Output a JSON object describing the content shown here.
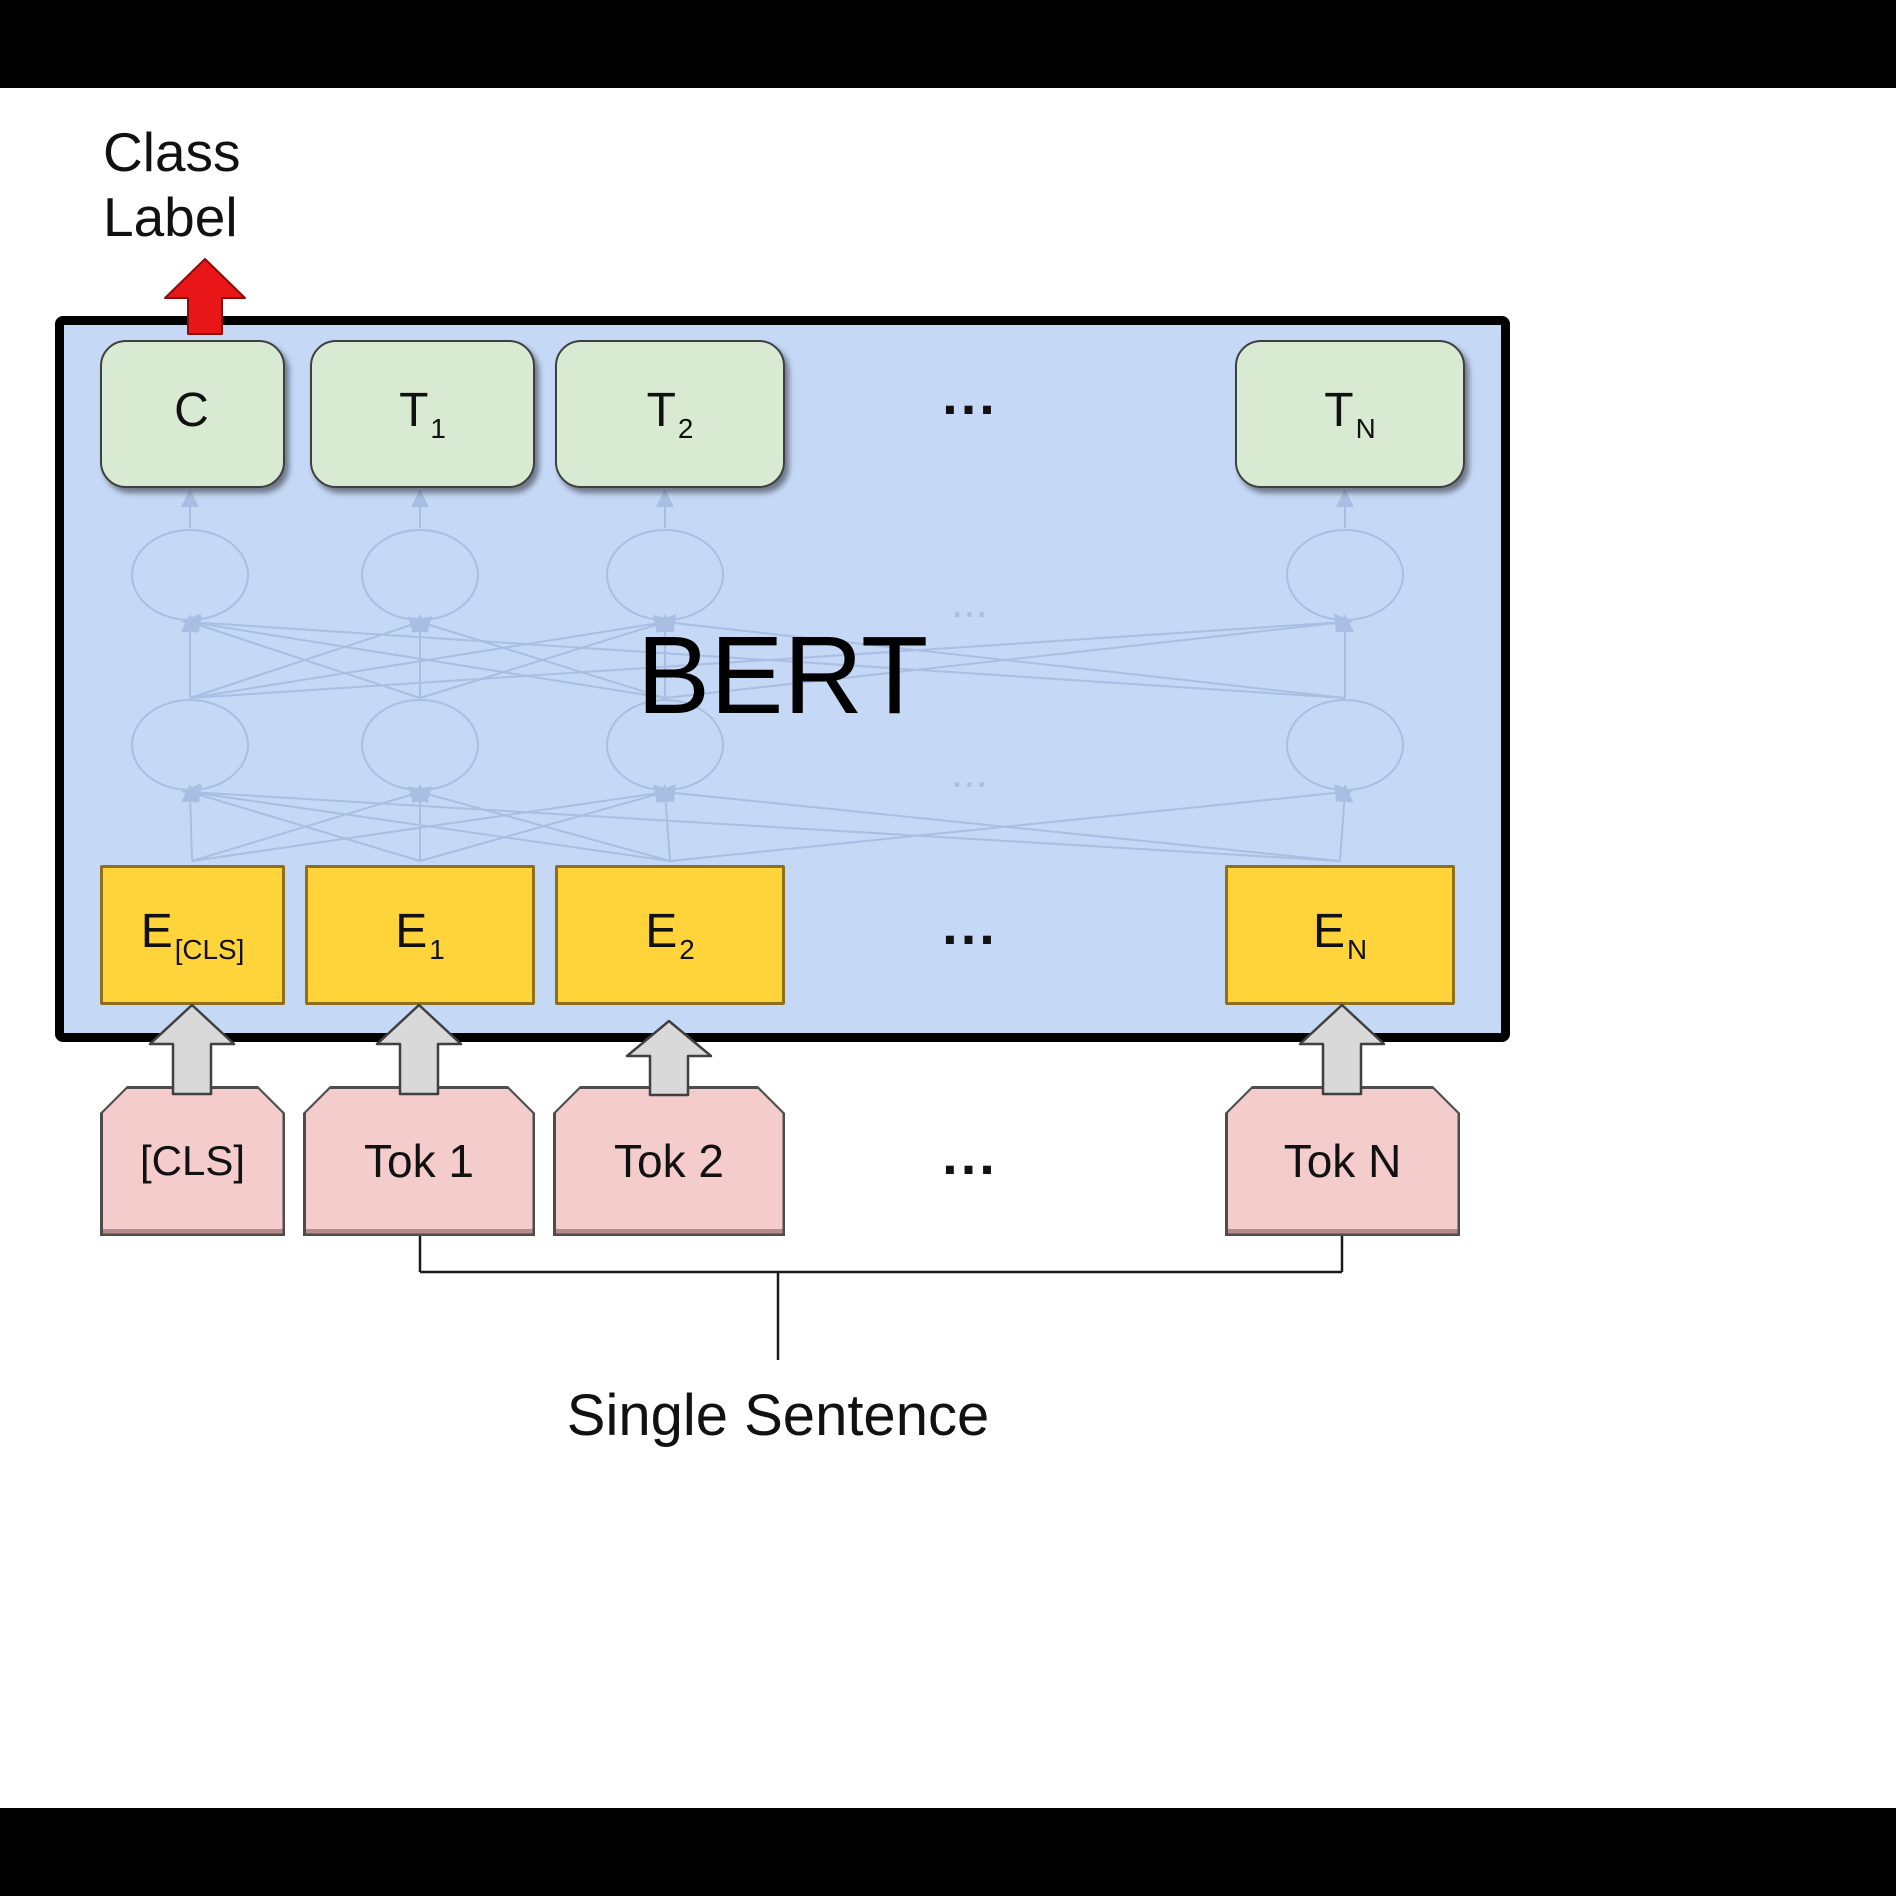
{
  "diagram": {
    "class_label": "Class\nLabel",
    "model_name": "BERT",
    "caption": "Single Sentence"
  },
  "outputs": [
    {
      "main": "C",
      "sub": ""
    },
    {
      "main": "T",
      "sub": "1"
    },
    {
      "main": "T",
      "sub": "2"
    },
    {
      "main": "T",
      "sub": "N"
    }
  ],
  "embeddings": [
    {
      "main": "E",
      "sub": "[CLS]"
    },
    {
      "main": "E",
      "sub": "1"
    },
    {
      "main": "E",
      "sub": "2"
    },
    {
      "main": "E",
      "sub": "N"
    }
  ],
  "tokens": [
    "[CLS]",
    "Tok 1",
    "Tok 2",
    "Tok N"
  ],
  "ellipsis": {
    "outputs": "...",
    "embeddings": "...",
    "tokens": "...",
    "hidden_top": "...",
    "hidden_bottom": "..."
  },
  "colors": {
    "model_box": "#c5d8f6",
    "output_box": "#d9ead3",
    "embedding_box": "#ffd43a",
    "token_box": "#f4cccc",
    "class_arrow_red": "#e81616",
    "input_arrow_gray": "#d9d9d9"
  }
}
